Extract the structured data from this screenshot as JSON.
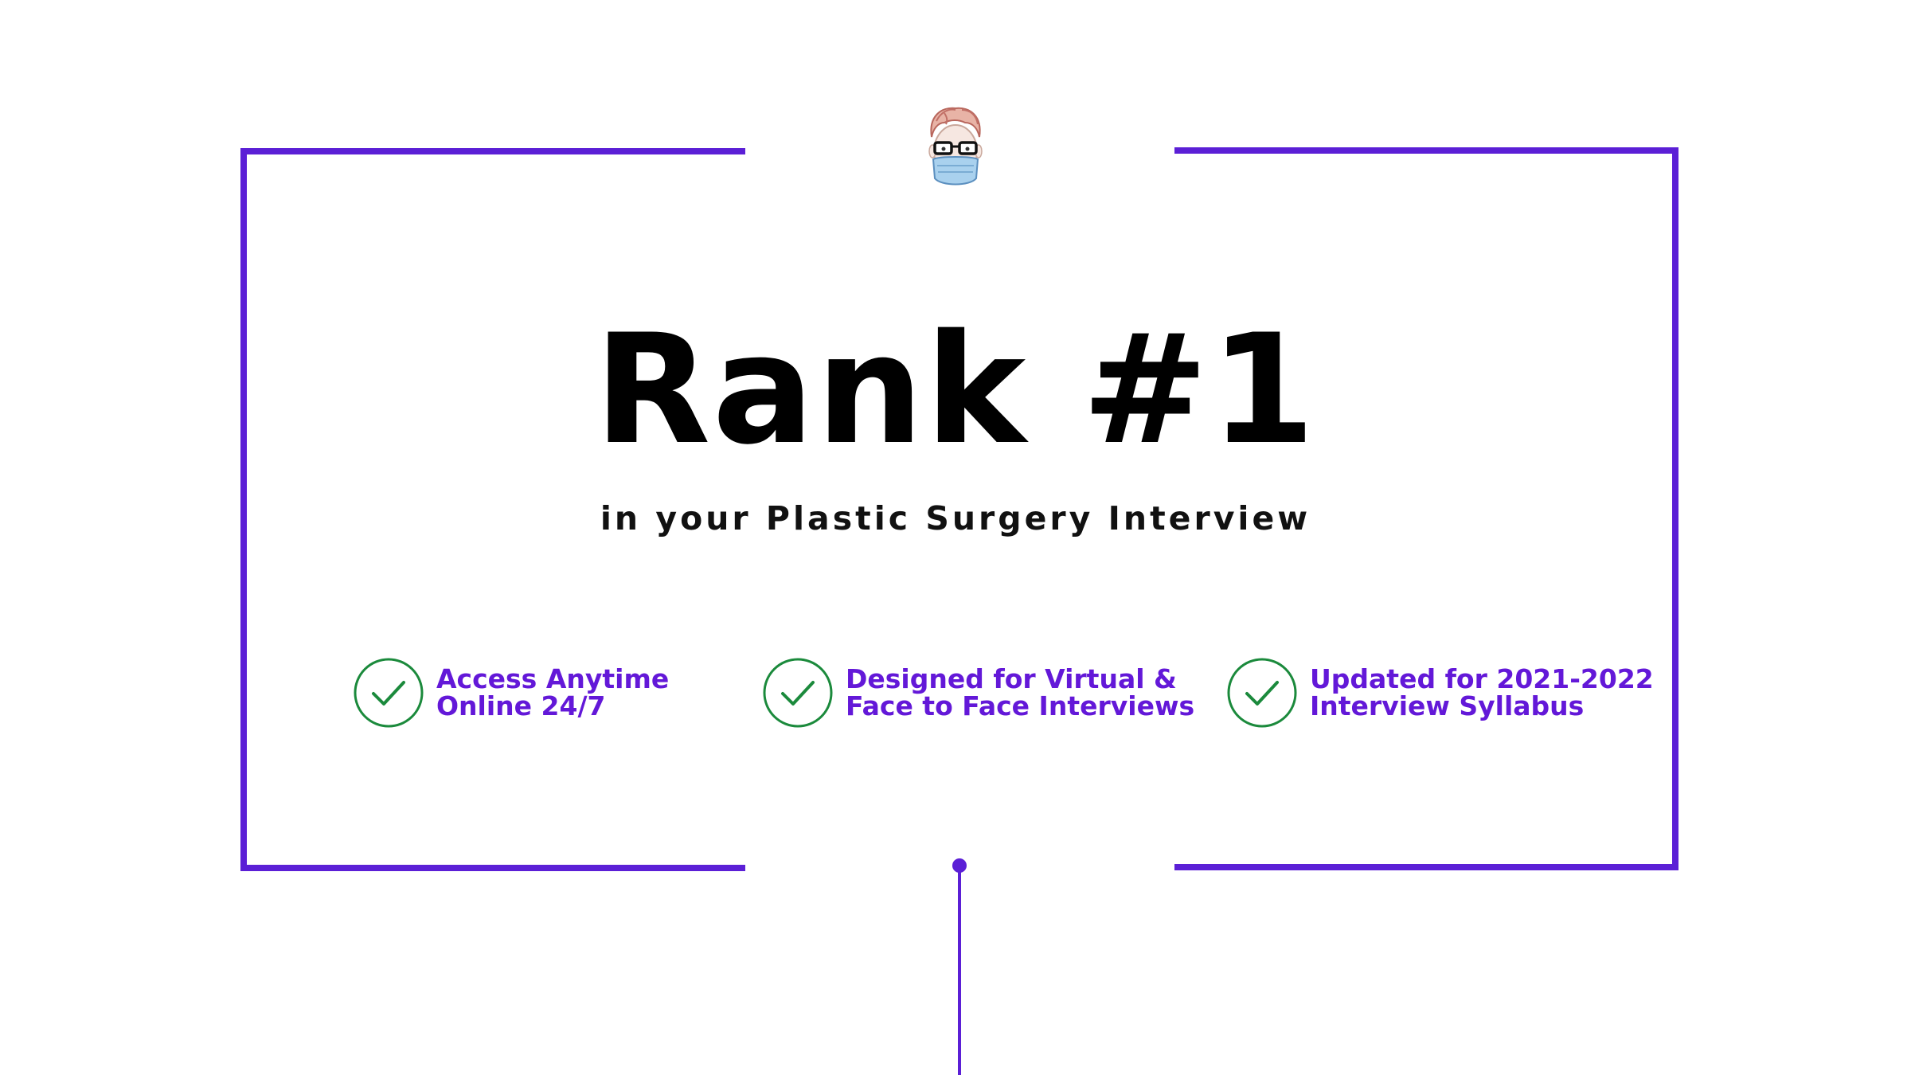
{
  "headline": "Rank #1",
  "subheadline": "in your Plastic Surgery Interview",
  "logo_icon": "masked-doctor-avatar-icon",
  "features": [
    {
      "icon": "check-circle-icon",
      "line1": "Access Anytime",
      "line2": "Online 24/7"
    },
    {
      "icon": "check-circle-icon",
      "line1": "Designed for Virtual &",
      "line2": "Face to Face Interviews"
    },
    {
      "icon": "check-circle-icon",
      "line1": "Updated for 2021-2022",
      "line2": "Interview Syllabus"
    }
  ],
  "colors": {
    "accent": "#5b1fd6",
    "feature_text": "#6318d8",
    "check": "#1b8a3c",
    "headline": "#000000"
  }
}
